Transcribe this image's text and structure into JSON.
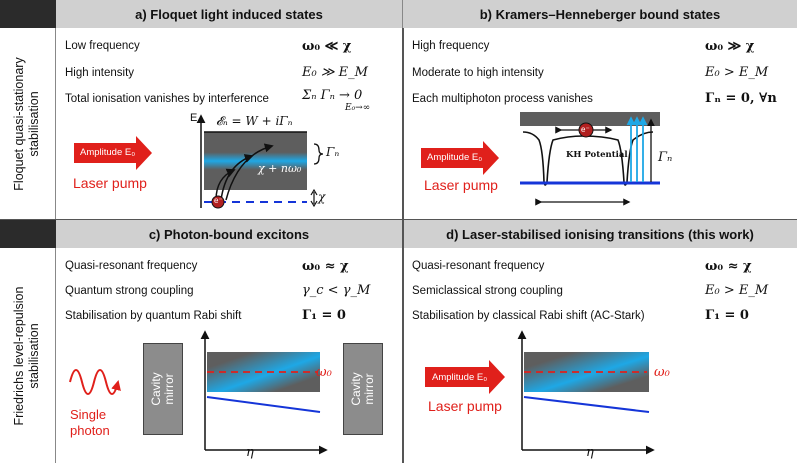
{
  "rows": [
    {
      "title": "Floquet quasi-stationary stabilisation",
      "line1": "Floquet quasi-stationary",
      "line2": "stabilisation"
    },
    {
      "title": "Friedrichs level-repulsion stabilisation",
      "line1": "Friedrichs level-repulsion",
      "line2": "stabilisation"
    }
  ],
  "panels": {
    "a": {
      "title": "a) Floquet light induced states",
      "props": [
        {
          "label": "Low frequency",
          "math": "ω₀ ≪ χ"
        },
        {
          "label": "High intensity",
          "math": "E₀ ≫ E_M"
        },
        {
          "label": "Total ionisation vanishes by interference",
          "math": "Σₙ Γₙ → 0",
          "math_sub": "E₀→∞"
        }
      ],
      "pump_label": "Amplitude E₀",
      "pump_caption": "Laser pump",
      "axis_label": "E",
      "energy_label": "𝓔ₙ = W + iΓₙ",
      "gamma_label": "Γₙ",
      "transition_label": "χ + nω₀",
      "chi_label": "χ",
      "electron_label": "e⁻"
    },
    "b": {
      "title": "b) Kramers–Henneberger bound states",
      "props": [
        {
          "label": "High frequency",
          "math": "ω₀ ≫ χ"
        },
        {
          "label": "Moderate to high intensity",
          "math": "E₀ > E_M"
        },
        {
          "label": "Each multiphoton process vanishes",
          "math": "Γₙ = 0, ∀n"
        }
      ],
      "pump_label": "Amplitude E₀",
      "pump_caption": "Laser pump",
      "potential_label": "KH Potential",
      "gamma_label": "Γₙ",
      "electron_label": "e⁻"
    },
    "c": {
      "title": "c) Photon-bound excitons",
      "props": [
        {
          "label": "Quasi-resonant frequency",
          "math": "ω₀ ≈ χ"
        },
        {
          "label": "Quantum strong coupling",
          "math": "γ_c < γ_M"
        },
        {
          "label": "Stabilisation by quantum Rabi shift",
          "math": "Γ₁ = 0"
        }
      ],
      "photon_line1": "Single",
      "photon_line2": "photon",
      "mirror_line1": "Cavity",
      "mirror_line2": "mirror",
      "omega_label": "ω₀",
      "eta_label": "η"
    },
    "d": {
      "title": "d) Laser-stabilised ionising transitions (this work)",
      "props": [
        {
          "label": "Quasi-resonant frequency",
          "math": "ω₀ ≈ χ"
        },
        {
          "label": "Semiclassical strong coupling",
          "math": "E₀ > E_M"
        },
        {
          "label": "Stabilisation by classical Rabi shift (AC-Stark)",
          "math": "Γ₁ = 0"
        }
      ],
      "pump_label": "Amplitude E₀",
      "pump_caption": "Laser pump",
      "omega_label": "ω₀",
      "eta_label": "η"
    }
  },
  "colors": {
    "header_bg": "#d0d0d0",
    "corner": "#2b2b2b",
    "accent_red": "#e0201b",
    "band_gray": "#5e5e5e",
    "band_blue": "#1ea8e6",
    "line_blue": "#1535d8"
  }
}
